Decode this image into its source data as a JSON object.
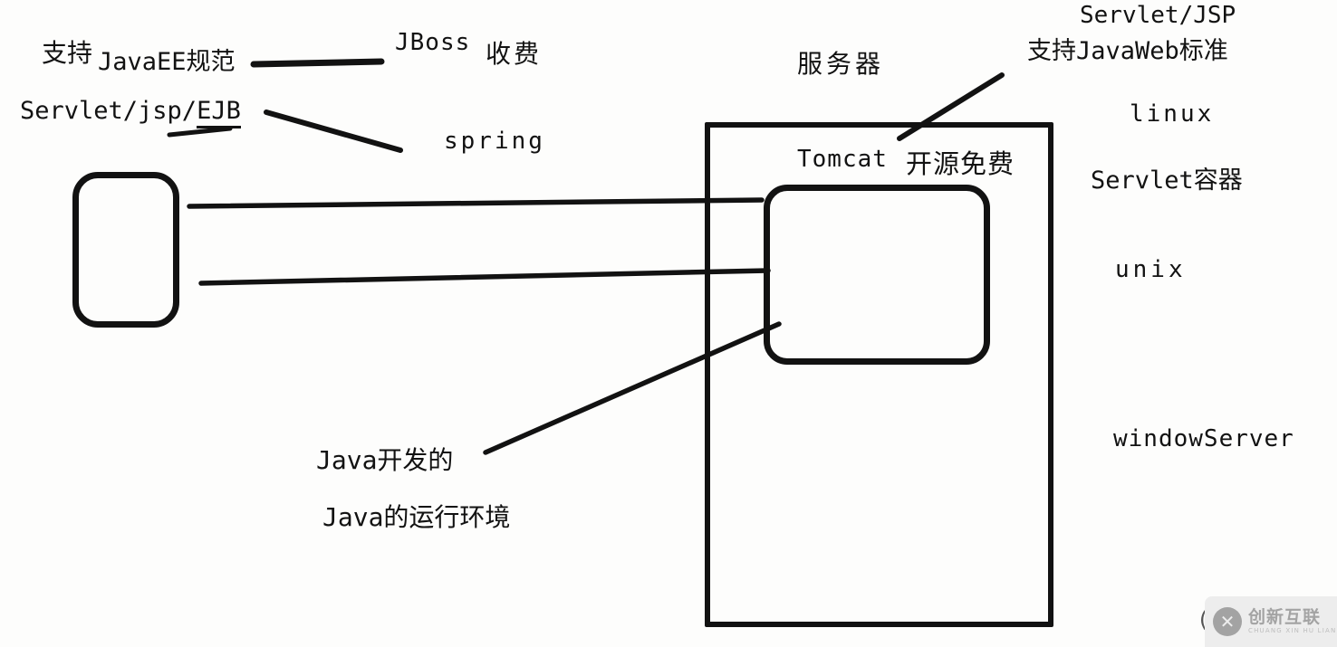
{
  "colors": {
    "ink": "#121212",
    "background": "#fdfdfc",
    "watermark_bg": "#ededed",
    "watermark_fg": "#a3a3a3",
    "watermark_sub": "#bdbdbd"
  },
  "labels": {
    "support": "支持",
    "javaee_spec": "JavaEE规范",
    "jboss": "JBoss",
    "fee": "收费",
    "servlet_jsp_prefix": "Servlet/jsp/",
    "ejb": "EJB",
    "spring": "spring",
    "server_title": "服务器",
    "servlet_jsp_standard": "Servlet/JSP",
    "javaweb_standard": "支持JavaWeb标准",
    "linux": "linux",
    "servlet_container": "Servlet容器",
    "unix": "unix",
    "window_server": "windowServer",
    "tomcat": "Tomcat",
    "open_source_free": "开源免费",
    "java_developed": "Java开发的",
    "java_runtime": "Java的运行环境",
    "paren": "("
  },
  "watermark": {
    "brand": "创新互联",
    "brand_sub": "CHUANG XIN HU LIAN"
  }
}
